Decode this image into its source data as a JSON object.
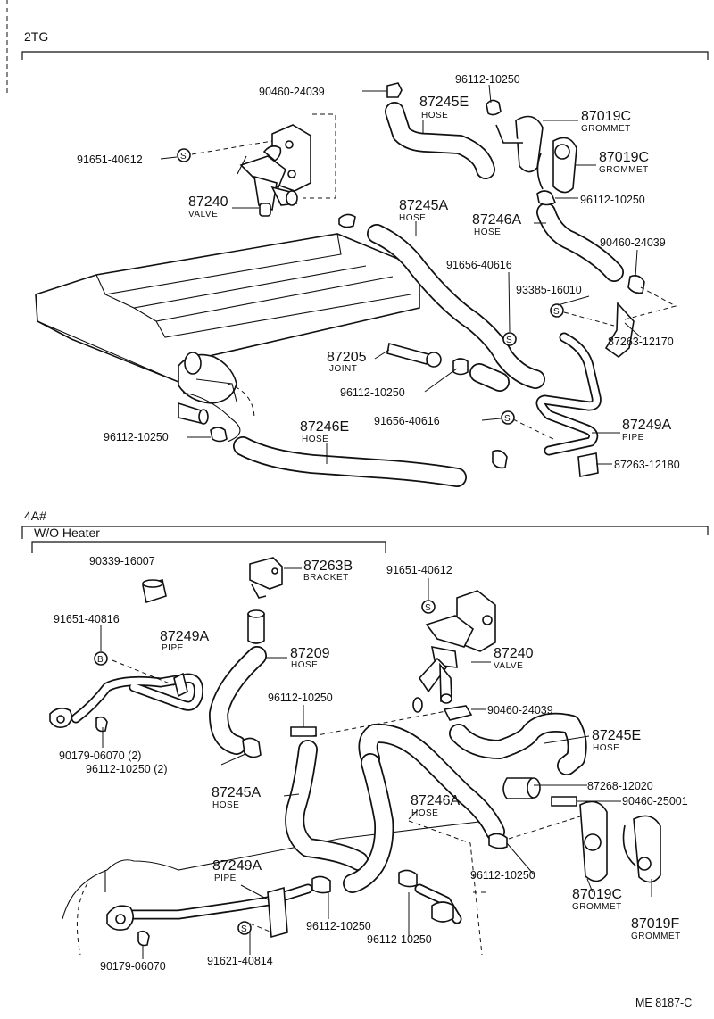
{
  "sections": {
    "top": {
      "label": "2TG"
    },
    "bottom": {
      "label": "4A#",
      "sublabel": "W/O Heater"
    }
  },
  "labels": {
    "t_90460_24039": {
      "pn": "90460-24039"
    },
    "t_96112_10250_a": {
      "pn": "96112-10250"
    },
    "t_87245E": {
      "pn": "87245E",
      "name": "HOSE"
    },
    "t_87019C_a": {
      "pn": "87019C",
      "name": "GROMMET"
    },
    "t_87019C_b": {
      "pn": "87019C",
      "name": "GROMMET"
    },
    "t_91651_40612": {
      "pn": "91651-40612"
    },
    "t_87240": {
      "pn": "87240",
      "name": "VALVE"
    },
    "t_96112_10250_b": {
      "pn": "96112-10250"
    },
    "t_87245A": {
      "pn": "87245A",
      "name": "HOSE"
    },
    "t_87246A": {
      "pn": "87246A",
      "name": "HOSE"
    },
    "t_90460_24039_b": {
      "pn": "90460-24039"
    },
    "t_91656_40616_a": {
      "pn": "91656-40616"
    },
    "t_93385_16010": {
      "pn": "93385-16010"
    },
    "t_87205": {
      "pn": "87205",
      "name": "JOINT"
    },
    "t_87263_12170": {
      "pn": "87263-12170"
    },
    "t_96112_10250_c": {
      "pn": "96112-10250"
    },
    "t_91656_40616_b": {
      "pn": "91656-40616"
    },
    "t_87249A": {
      "pn": "87249A",
      "name": "PIPE"
    },
    "t_96112_10250_d": {
      "pn": "96112-10250"
    },
    "t_87246E": {
      "pn": "87246E",
      "name": "HOSE"
    },
    "t_87263_12180": {
      "pn": "87263-12180"
    },
    "b_90339_16007": {
      "pn": "90339-16007"
    },
    "b_87263B": {
      "pn": "87263B",
      "name": "BRACKET"
    },
    "b_91651_40612": {
      "pn": "91651-40612"
    },
    "b_91651_40816": {
      "pn": "91651-40816"
    },
    "b_87249A_a": {
      "pn": "87249A",
      "name": "PIPE"
    },
    "b_87209": {
      "pn": "87209",
      "name": "HOSE"
    },
    "b_87240": {
      "pn": "87240",
      "name": "VALVE"
    },
    "b_96112_10250_a": {
      "pn": "96112-10250"
    },
    "b_90460_24039": {
      "pn": "90460-24039"
    },
    "b_90179_06070_2": {
      "pn": "90179-06070 (2)"
    },
    "b_96112_10250_2": {
      "pn": "96112-10250 (2)"
    },
    "b_87245E": {
      "pn": "87245E",
      "name": "HOSE"
    },
    "b_87268_12020": {
      "pn": "87268-12020"
    },
    "b_87245A": {
      "pn": "87245A",
      "name": "HOSE"
    },
    "b_87246A": {
      "pn": "87246A",
      "name": "HOSE"
    },
    "b_90460_25001": {
      "pn": "90460-25001"
    },
    "b_87249A_b": {
      "pn": "87249A",
      "name": "PIPE"
    },
    "b_96112_10250_b": {
      "pn": "96112-10250"
    },
    "b_87019C": {
      "pn": "87019C",
      "name": "GROMMET"
    },
    "b_87019F": {
      "pn": "87019F",
      "name": "GROMMET"
    },
    "b_96112_10250_c": {
      "pn": "96112-10250"
    },
    "b_96112_10250_d": {
      "pn": "96112-10250"
    },
    "b_90179_06070": {
      "pn": "90179-06070"
    },
    "b_91621_40814": {
      "pn": "91621-40814"
    }
  },
  "markers": {
    "s": "S",
    "b": "B"
  },
  "footer": {
    "code": "ME 8187-C"
  }
}
